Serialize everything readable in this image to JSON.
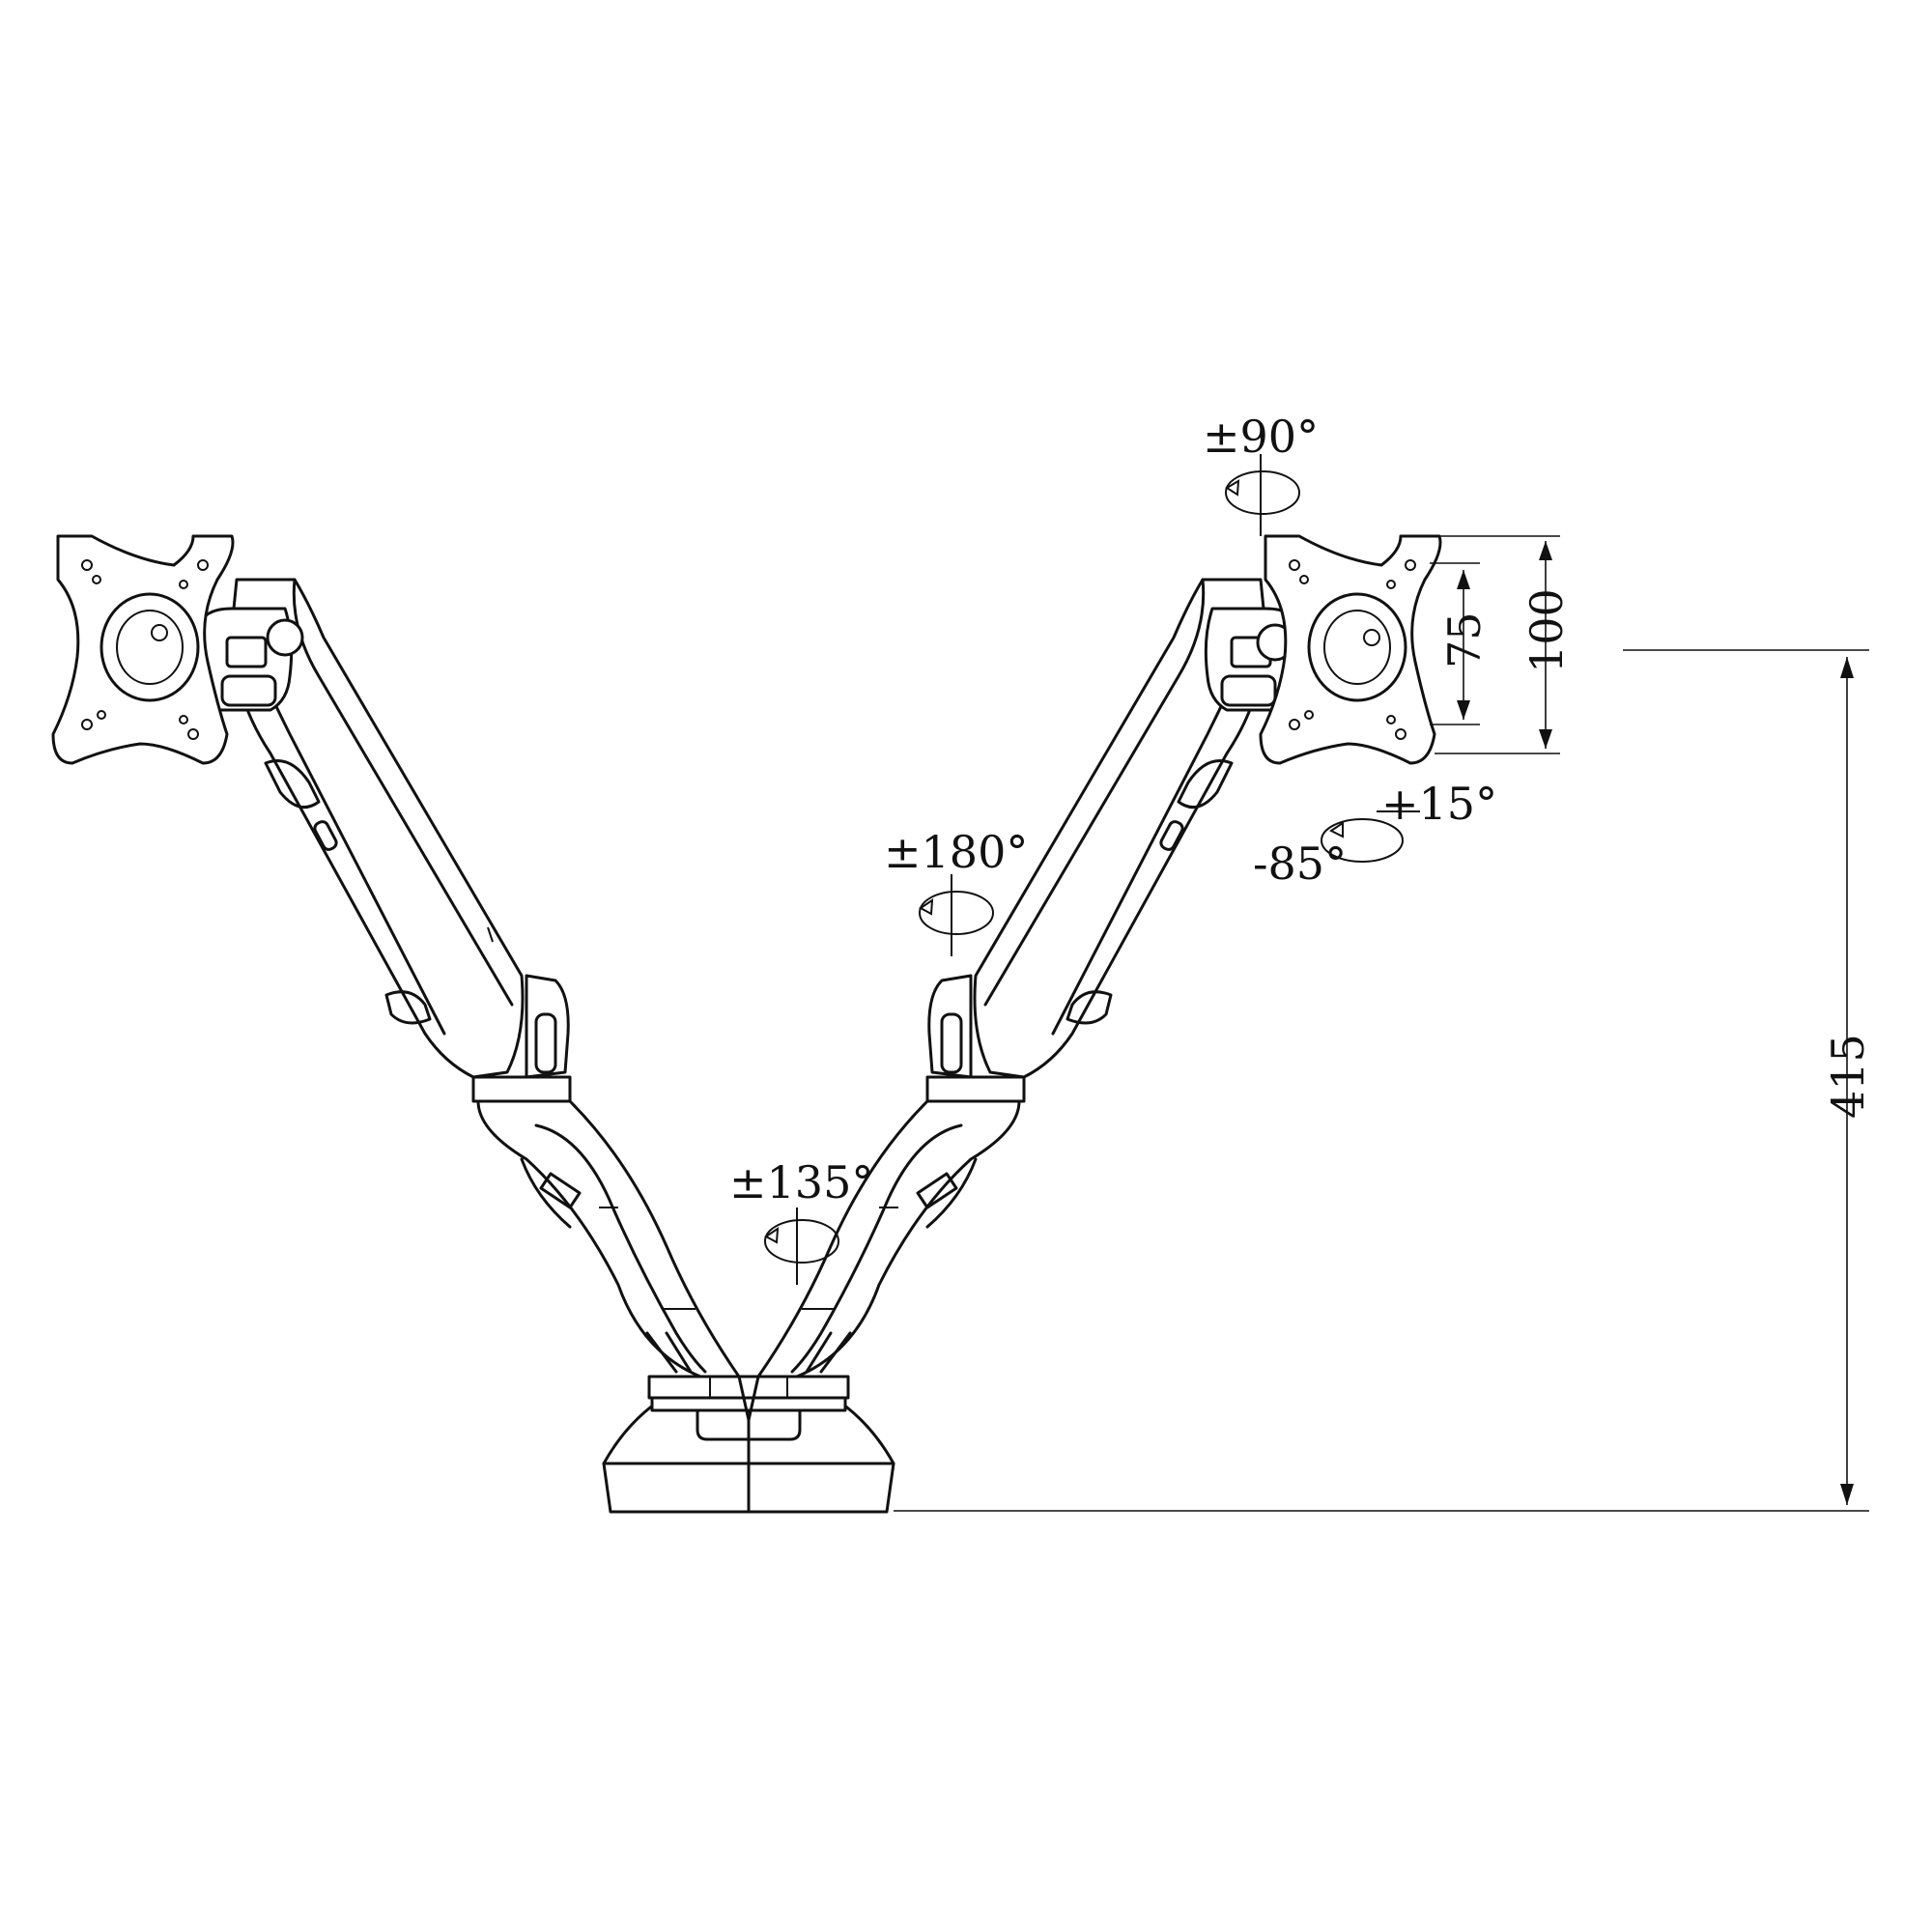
{
  "labels": {
    "tilt_top": "±90°",
    "tilt_up": "+15°",
    "tilt_down": "-85°",
    "swivel_arm": "±180°",
    "swivel_base": "±135°",
    "dim_vesa_small": "75",
    "dim_vesa_large": "100",
    "dim_height": "415"
  },
  "colors": {
    "line": "#111111",
    "background": "#ffffff"
  }
}
